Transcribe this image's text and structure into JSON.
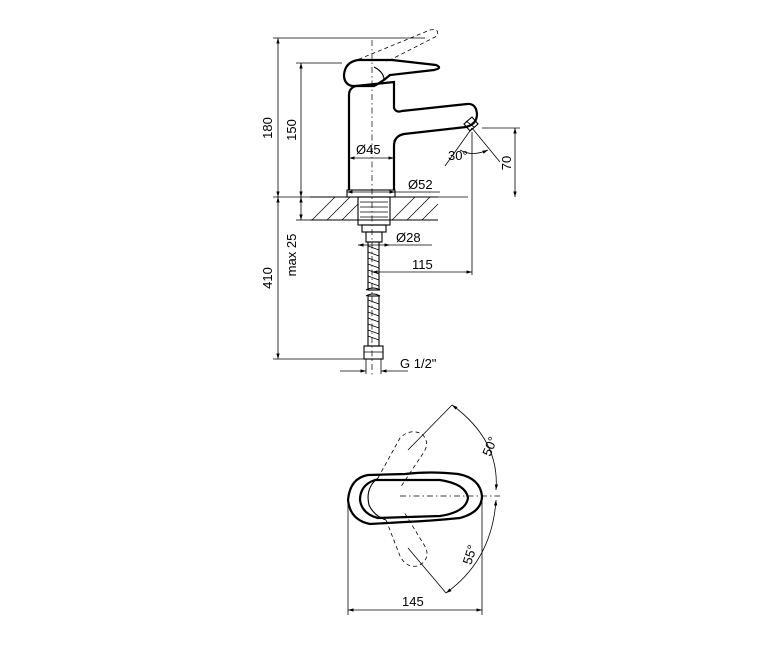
{
  "dimensions": {
    "overall_height": "180",
    "body_height": "150",
    "body_diameter": "Ø45",
    "base_diameter": "Ø52",
    "spout_height": "70",
    "spout_angle": "30°",
    "thickness_max": "max 25",
    "hose_length": "410",
    "shank_diameter": "Ø28",
    "spout_reach": "115",
    "thread": "G 1/2\"",
    "handle_angle_top": "50°",
    "handle_angle_bottom": "55°",
    "width": "145"
  },
  "views": [
    "side-view",
    "top-view"
  ]
}
